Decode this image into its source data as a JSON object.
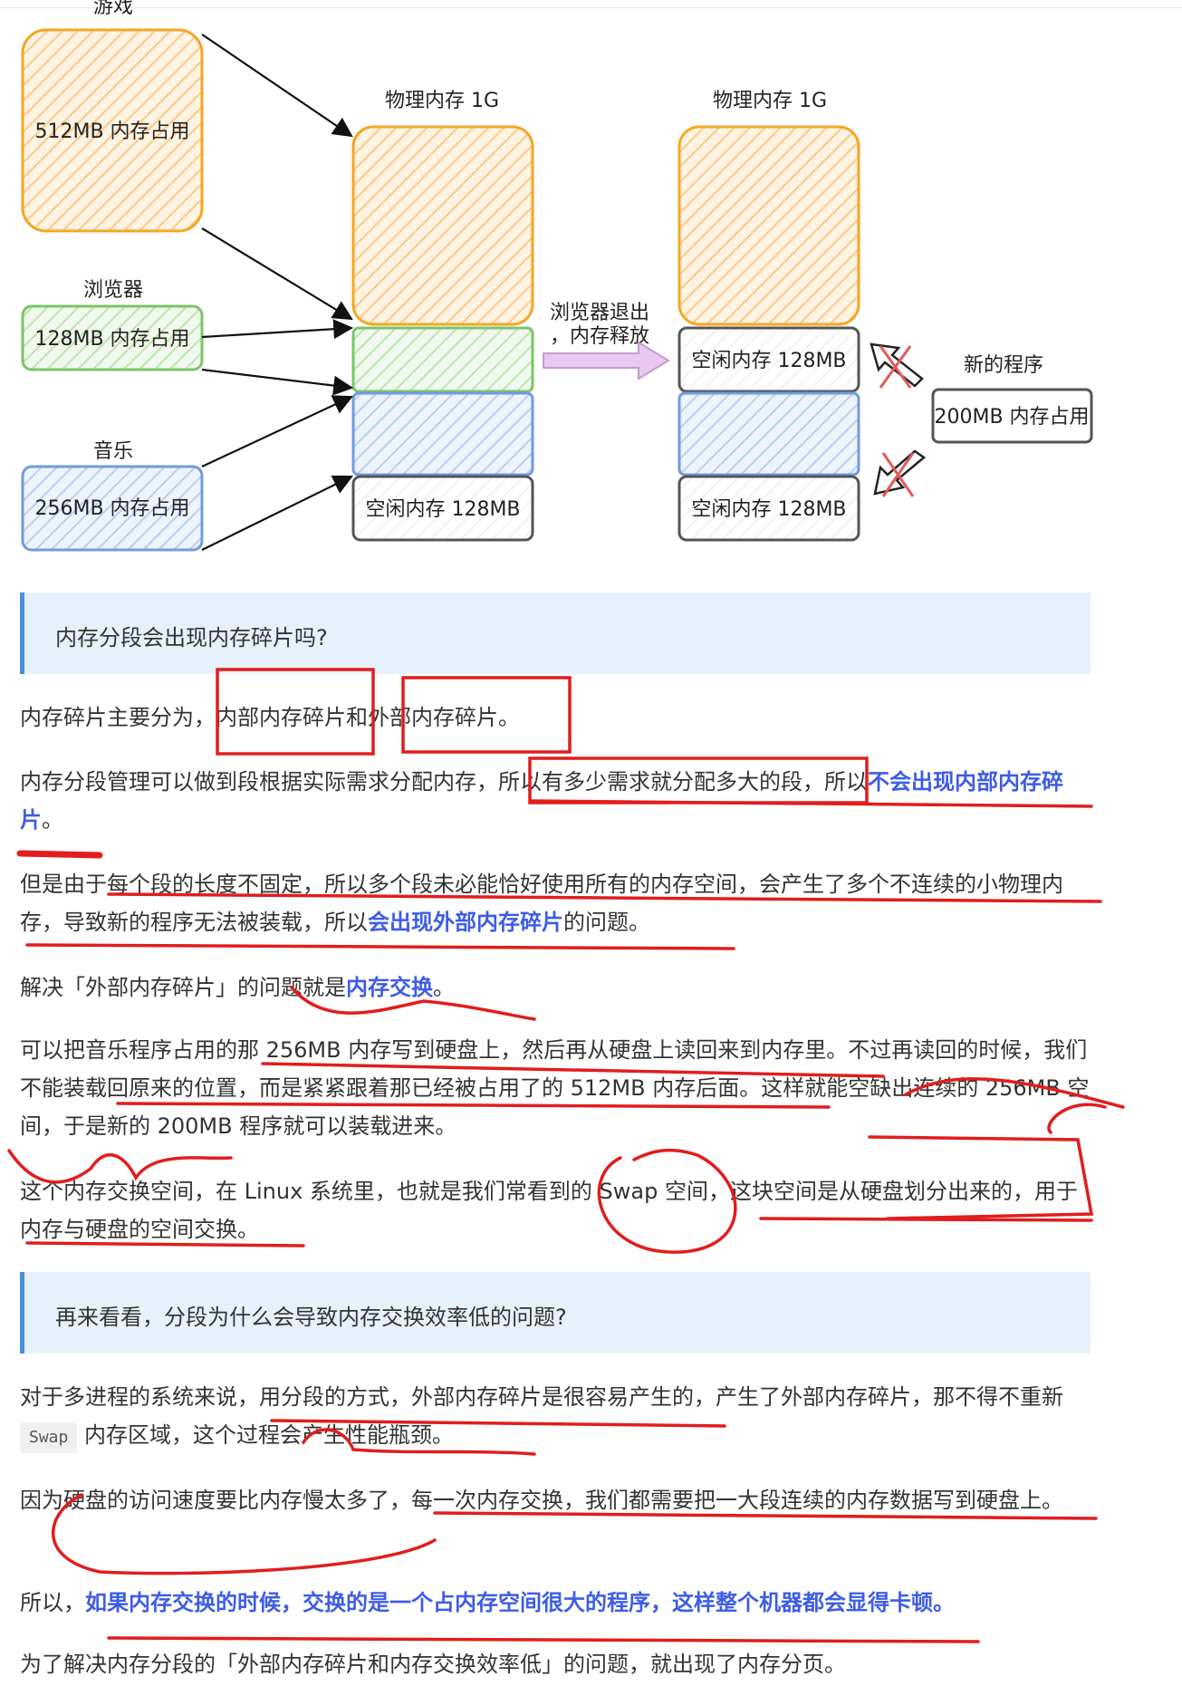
{
  "diagram": {
    "labels": {
      "game_title": "游戏",
      "game_box": "512MB 内存占用",
      "browser_title": "浏览器",
      "browser_box": "128MB 内存占用",
      "music_title": "音乐",
      "music_box": "256MB 内存占用",
      "phys_left": "物理内存 1G",
      "phys_right": "物理内存 1G",
      "free_left": "空闲内存 128MB",
      "free_right_top": "空闲内存 128MB",
      "free_right_bottom": "空闲内存 128MB",
      "exit_line1": "浏览器退出",
      "exit_line2": "，内存释放",
      "new_program_title": "新的程序",
      "new_program_box": "200MB 内存占用"
    },
    "colors": {
      "orange": "#f5a623",
      "orange_fill": "#fcd9a8",
      "green": "#7bc46a",
      "green_fill": "#cfe9c8",
      "blue": "#6f9be0",
      "blue_fill": "#c9dcf5",
      "gray": "#555555",
      "purple": "#d9a7e0",
      "red_x": "#e05a5a"
    }
  },
  "quote1": "内存分段会出现内存碎片吗?",
  "p1": {
    "a": "内存碎片主要分为，",
    "b": "内部内存碎片",
    "c": "和",
    "d": "外部内存碎片",
    "e": "。"
  },
  "p2": {
    "a": "内存分段管理可以做到段根据实际需求分配内存，",
    "b": "所以有多少需求就分配多大的段，",
    "c": "所以",
    "d": "不会出现内部内存碎片",
    "e": "。"
  },
  "p3": {
    "a": "但是由于每个段的长度不固定，所以多个段未必能恰好使用所有的内存空间，会产生了多个不连续的小物理内存，导致新的程序无法被装载，所以",
    "b": "会出现外部内存碎片",
    "c": "的问题。"
  },
  "p4": {
    "a": "解决「外部内存碎片」的问题就是",
    "b": "内存交换",
    "c": "。"
  },
  "p5": "可以把音乐程序占用的那 256MB 内存写到硬盘上，然后再从硬盘上读回来到内存里。不过再读回的时候，我们不能装载回原来的位置，而是紧紧跟着那已经被占用了的 512MB 内存后面。这样就能空缺出连续的 256MB 空间，于是新的 200MB 程序就可以装载进来。",
  "p6": "这个内存交换空间，在 Linux 系统里，也就是我们常看到的 Swap 空间，这块空间是从硬盘划分出来的，用于内存与硬盘的空间交换。",
  "quote2": "再来看看，分段为什么会导致内存交换效率低的问题?",
  "p7": {
    "a": "对于多进程的系统来说，用分段的方式，外部内存碎片是很容易产生的，产生了外部内存碎片，那不得不重新 ",
    "code": "Swap",
    "b": " 内存区域，这个过程会产生性能瓶颈。"
  },
  "p8": "因为硬盘的访问速度要比内存慢太多了，每一次内存交换，我们都需要把一大段连续的内存数据写到硬盘上。",
  "p9": {
    "a": "所以，",
    "b": "如果内存交换的时候，交换的是一个占内存空间很大的程序，这样整个机器都会显得卡顿。"
  },
  "p10": "为了解决内存分段的「外部内存碎片和内存交换效率低」的问题，就出现了内存分页。"
}
